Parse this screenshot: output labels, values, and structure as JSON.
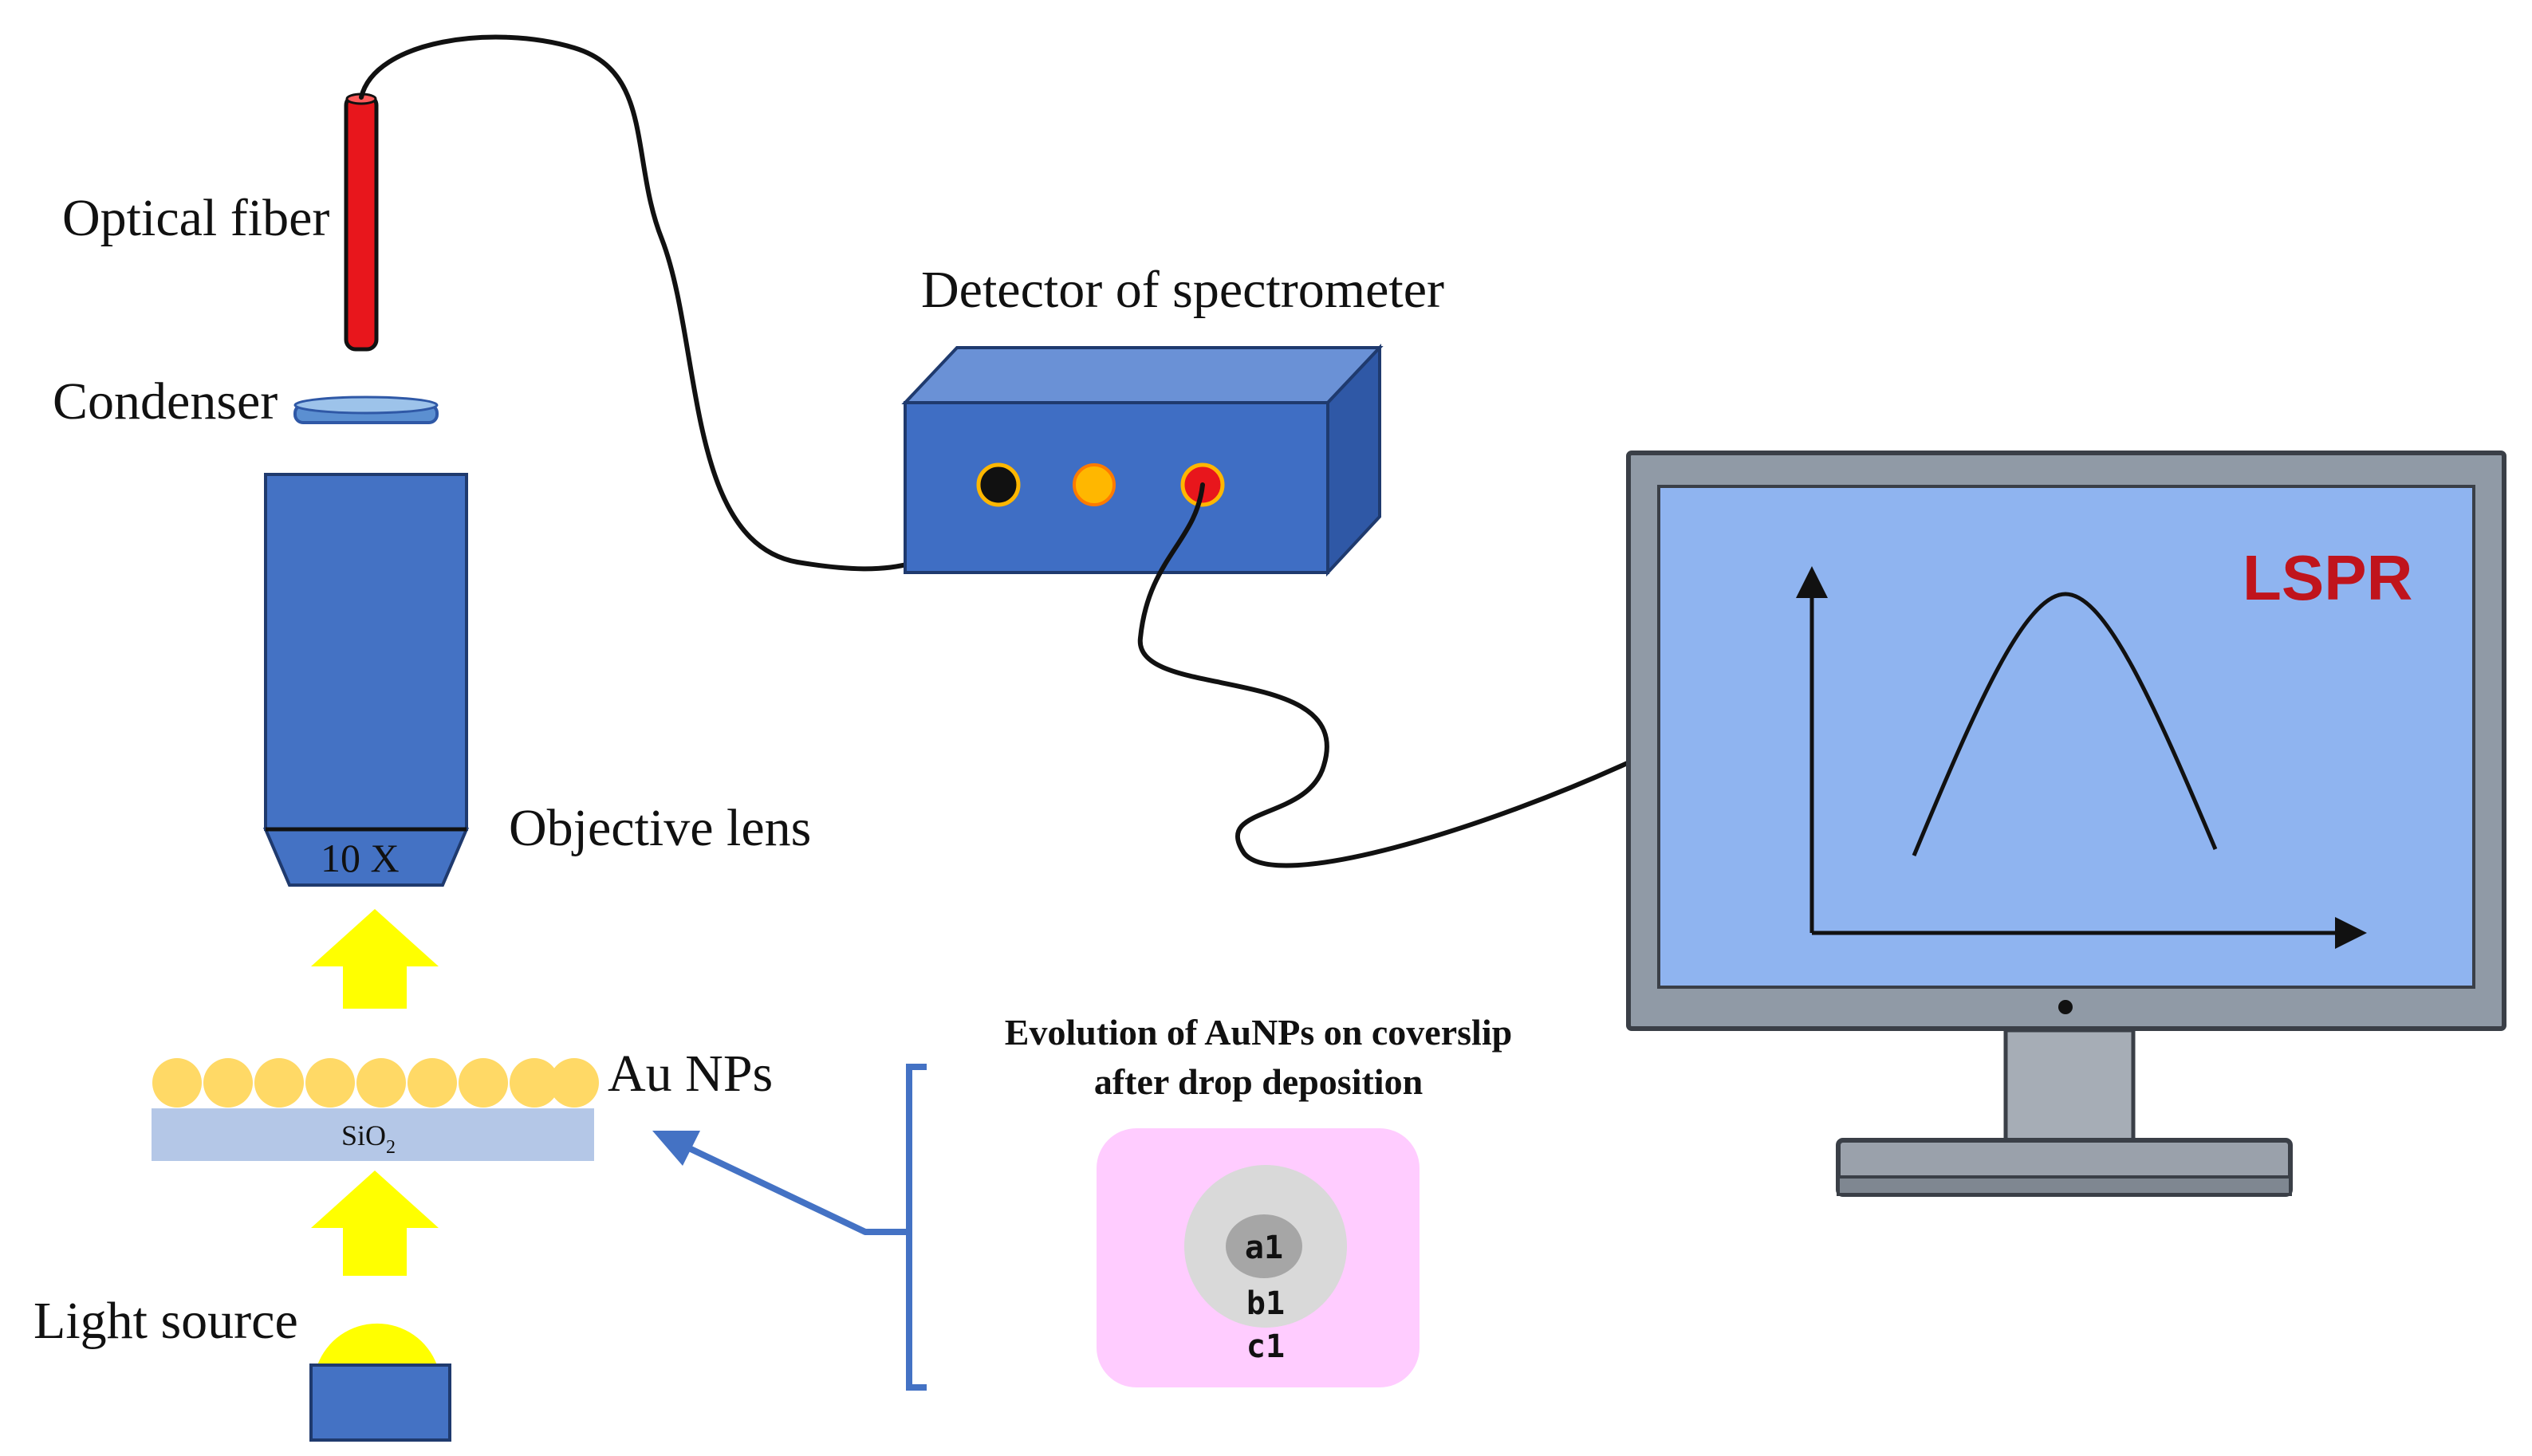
{
  "labels": {
    "optical_fiber": "Optical fiber",
    "condenser": "Condenser",
    "objective_lens": "Objective lens",
    "magnification": "10 X",
    "au_nps": "Au NPs",
    "sio2_base": "SiO",
    "sio2_sub": "2",
    "light_source": "Light source",
    "detector": "Detector of spectrometer",
    "lspr": "LSPR",
    "evolution_line1": "Evolution of AuNPs on coverslip",
    "evolution_line2": "after drop deposition",
    "zone_a": "a1",
    "zone_b": "b1",
    "zone_c": "c1"
  },
  "colors": {
    "objective_blue": "#4472c4",
    "detector_front": "#3f6ec4",
    "detector_top": "#6a91d6",
    "detector_side": "#2f58a6",
    "fiber_red": "#e8161c",
    "nanoparticle_gold": "#ffd966",
    "substrate": "#b4c7e7",
    "arrow_yellow": "#ffff00",
    "lamp_yellow": "#ffff00",
    "monitor_frame": "#909aa6",
    "monitor_screen": "#8fb4f0",
    "lspr_red": "#c0141c",
    "coverslip_pink": "#ffccff",
    "zone_b_grey": "#d9d9d9",
    "zone_a_grey": "#a6a6a6",
    "port_black": "#111111",
    "port_orange": "#ffb700",
    "port_red": "#e8161c",
    "pointer_blue": "#4472c4"
  },
  "icons": {
    "light": "light-bulb-icon",
    "monitor": "monitor-icon",
    "spectrometer": "spectrometer-box-icon"
  }
}
